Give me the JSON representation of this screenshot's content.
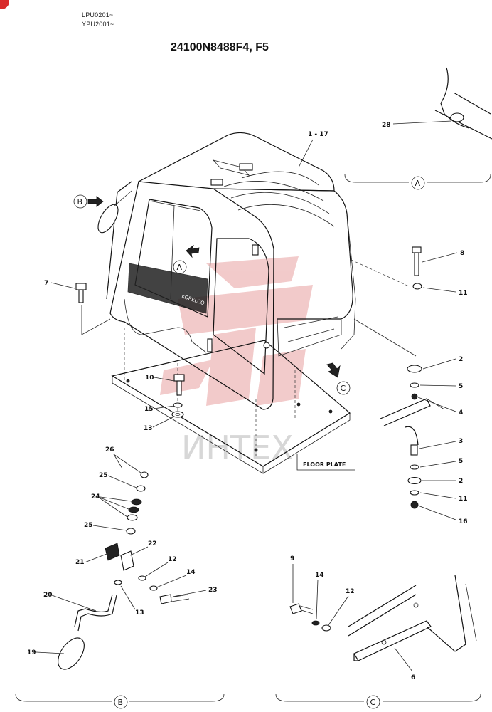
{
  "header": {
    "serial_line_1": "LPU0201~",
    "serial_line_2": "YPU2001~",
    "title": "24100N8488F4, F5"
  },
  "watermark": "ИНТЕХ",
  "labels": {
    "floor_plate": "FLOOR PLATE",
    "brand": "KOBELCO"
  },
  "views": {
    "a": "A",
    "b": "B",
    "c": "C"
  },
  "callouts": {
    "cab_assembly": "1 - 17",
    "p2a": "2",
    "p2b": "2",
    "p3": "3",
    "p4": "4",
    "p5a": "5",
    "p5b": "5",
    "p6": "6",
    "p7": "7",
    "p8": "8",
    "p9": "9",
    "p10": "10",
    "p11a": "11",
    "p11b": "11",
    "p12a": "12",
    "p12b": "12",
    "p13a": "13",
    "p13b": "13",
    "p14a": "14",
    "p14b": "14",
    "p15": "15",
    "p16": "16",
    "p19": "19",
    "p20": "20",
    "p21": "21",
    "p22": "22",
    "p23": "23",
    "p24": "24",
    "p25a": "25",
    "p25b": "25",
    "p26": "26",
    "p28": "28"
  },
  "colors": {
    "line": "#111111",
    "corner_badge": "#d92b2b",
    "watermark": "#e8a0a0",
    "watermark_text": "#d7d7d7"
  }
}
